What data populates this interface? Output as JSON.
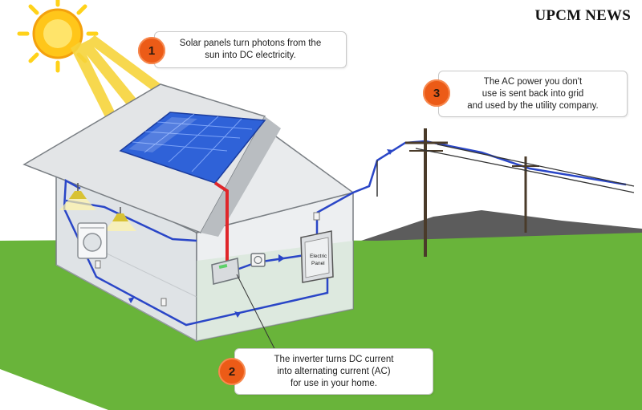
{
  "brand": "UPCM NEWS",
  "colors": {
    "ground": "#69b43a",
    "grid_ground": "#5c5c5c",
    "house_wall": "#eef0f2",
    "roof": "#e4e6e8",
    "solar_panel": "#2f62d8",
    "dc_wire": "#e0262a",
    "ac_wire": "#2a46c7",
    "sun": "#ffd21a",
    "badge": "#ec5b17"
  },
  "steps": [
    {
      "number": "1",
      "lines": [
        "Solar panels turn photons from the",
        "sun into DC electricity."
      ]
    },
    {
      "number": "2",
      "lines": [
        "The inverter turns DC current",
        "into alternating current (AC)",
        "for use in your home."
      ]
    },
    {
      "number": "3",
      "lines": [
        "The AC power you don't",
        "use is sent back into grid",
        "and used by the utility company."
      ]
    }
  ],
  "electric_panel_label": [
    "Electric",
    "Panel"
  ]
}
